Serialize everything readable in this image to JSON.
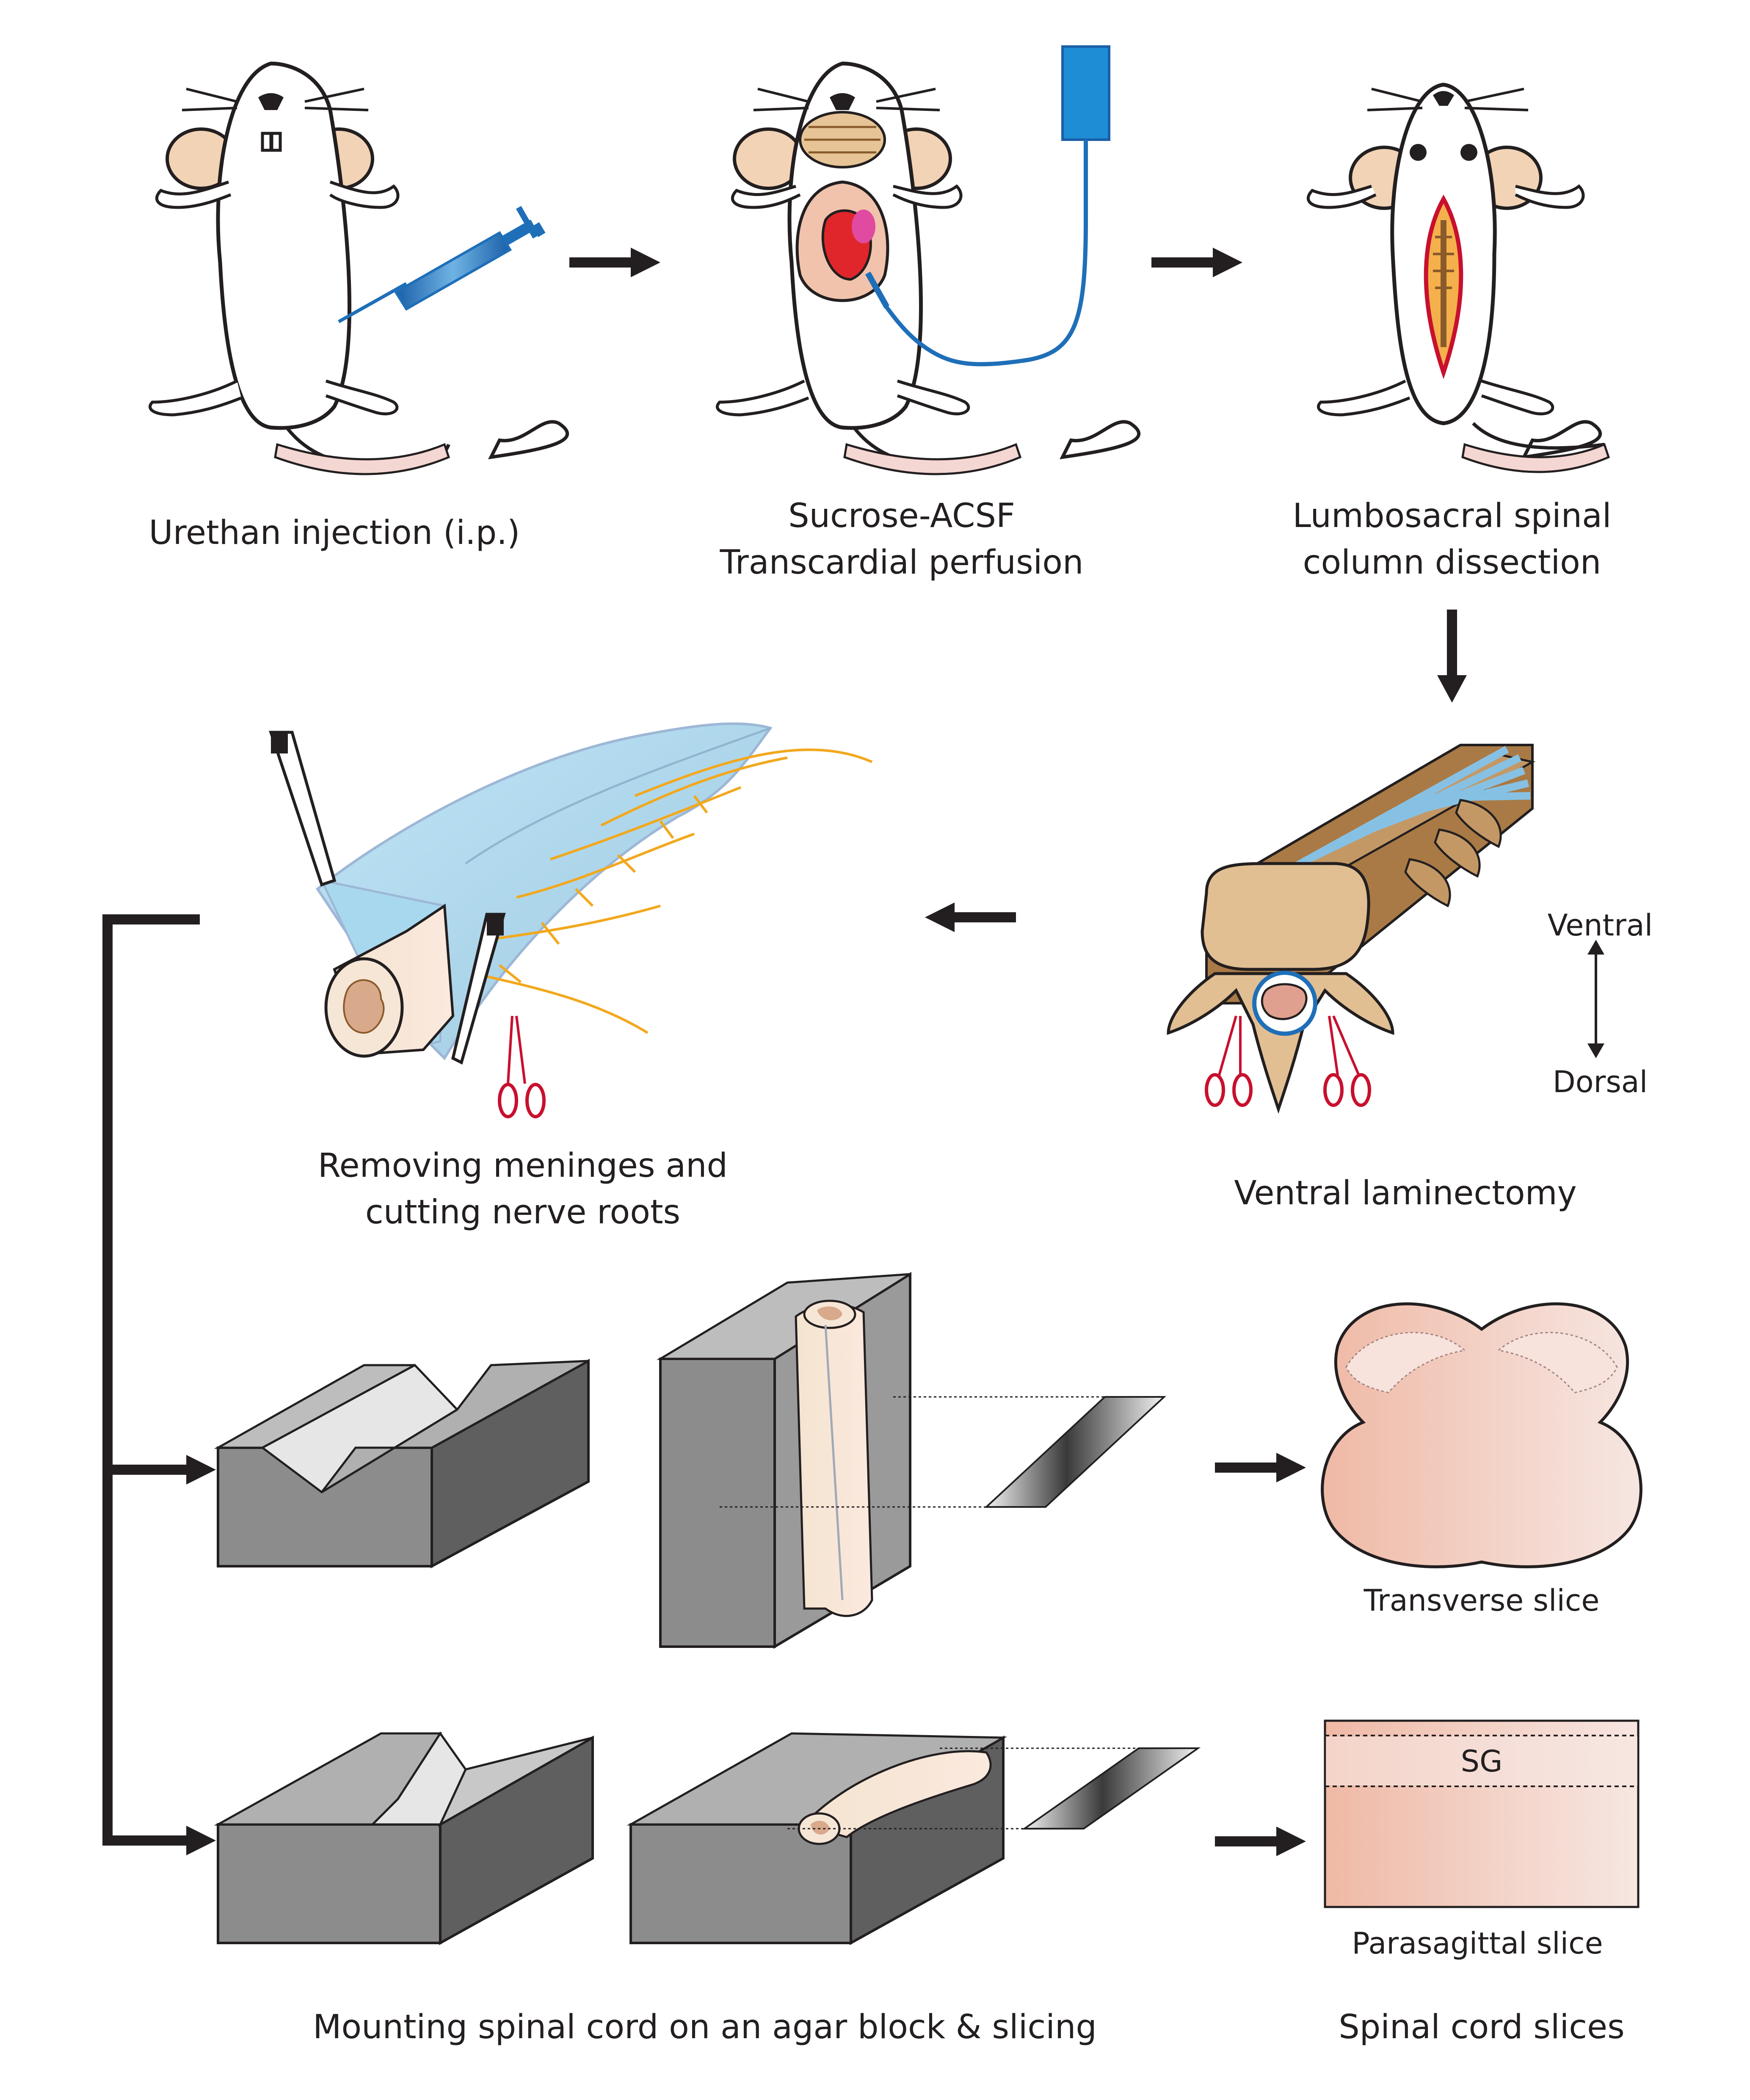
{
  "steps": {
    "urethan": "Urethan injection (i.p.)",
    "perfusion_1": "Sucrose-ACSF",
    "perfusion_2": "Transcardial perfusion",
    "dissection_1": "Lumbosacral spinal",
    "dissection_2": "column dissection",
    "laminectomy": "Ventral laminectomy",
    "meninges_1": "Removing meninges and",
    "meninges_2": "cutting nerve roots",
    "mounting": "Mounting spinal cord on an agar block & slicing",
    "slices": "Spinal cord slices"
  },
  "orientation": {
    "ventral": "Ventral",
    "dorsal": "Dorsal"
  },
  "slice_types": {
    "transverse": "Transverse slice",
    "parasagittal": "Parasagittal slice",
    "sg_label": "SG"
  },
  "colors": {
    "arrow": "#231f20",
    "syringe": "#1f6fb8",
    "agar_block": "#8c8c8c",
    "slice_pink": "#f2c6b8",
    "bone": "#d9b07c",
    "meninges": "#a8d8ee",
    "nerve": "#f2a81d",
    "scissors": "#c8102e"
  }
}
